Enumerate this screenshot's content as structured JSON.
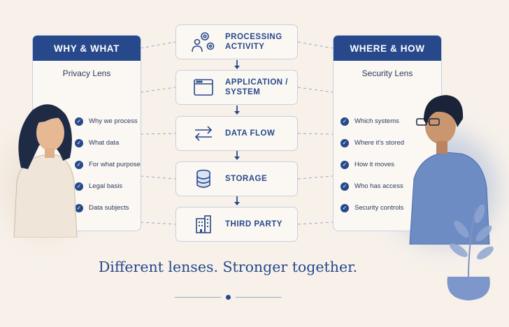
{
  "left_panel": {
    "header": "WHY & WHAT",
    "subtitle": "Privacy Lens",
    "items": [
      "Why we process",
      "What data",
      "For what purpose",
      "Legal basis",
      "Data subjects"
    ]
  },
  "right_panel": {
    "header": "WHERE & HOW",
    "subtitle": "Security Lens",
    "items": [
      "Which systems",
      "Where it's stored",
      "How it moves",
      "Who has access",
      "Security controls"
    ]
  },
  "flow_steps": [
    {
      "label": "PROCESSING\nACTIVITY",
      "icon": "gears-person-icon"
    },
    {
      "label": "APPLICATION /\nSYSTEM",
      "icon": "window-icon"
    },
    {
      "label": "DATA FLOW",
      "icon": "transfer-arrows-icon"
    },
    {
      "label": "STORAGE",
      "icon": "database-icon"
    },
    {
      "label": "THIRD PARTY",
      "icon": "building-icon"
    }
  ],
  "tagline": "Different lenses. Stronger together.",
  "colors": {
    "accent": "#27498c",
    "background": "#f7f1ea",
    "panel_border": "#c7d0e3"
  }
}
